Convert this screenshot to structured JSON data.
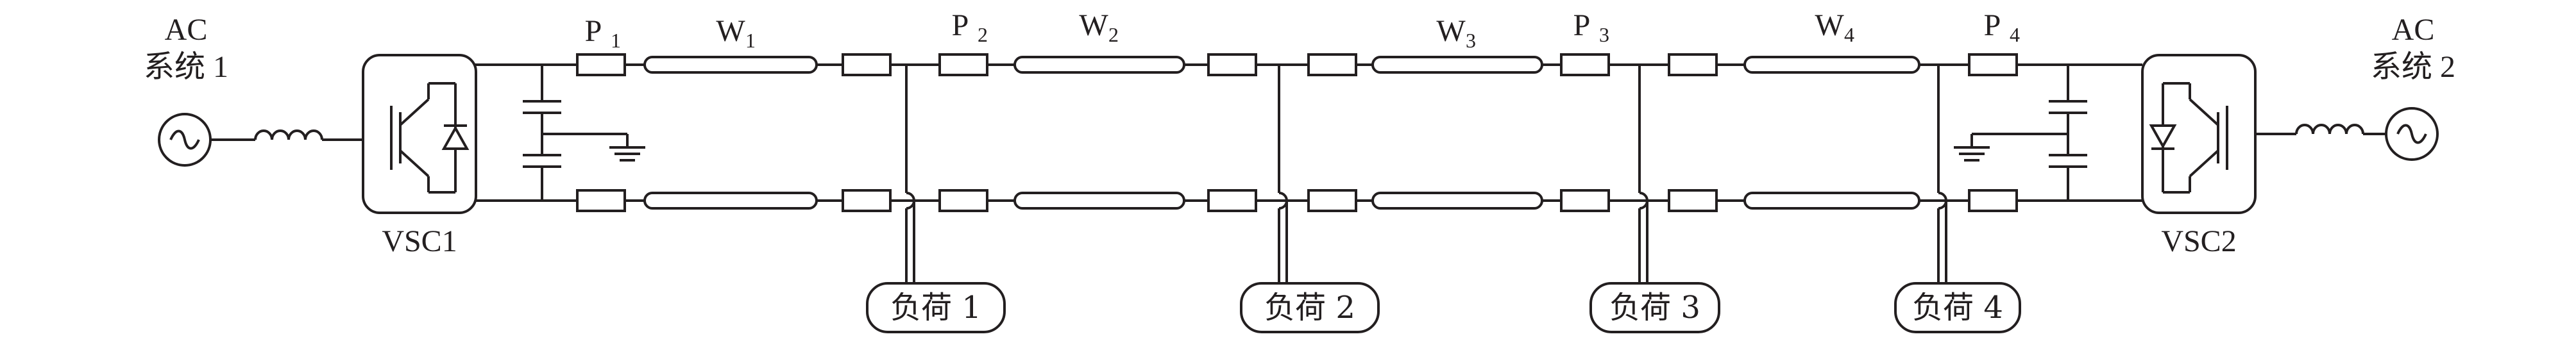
{
  "ac_left": {
    "line1": "AC",
    "line2": "系统 1"
  },
  "ac_right": {
    "line1": "AC",
    "line2": "系统 2"
  },
  "converters": {
    "left": "VSC1",
    "right": "VSC2"
  },
  "points": [
    {
      "base": "P",
      "sub": "1"
    },
    {
      "base": "P",
      "sub": "2"
    },
    {
      "base": "P",
      "sub": "3"
    },
    {
      "base": "P",
      "sub": "4"
    }
  ],
  "lines": [
    {
      "base": "W",
      "sub": "1"
    },
    {
      "base": "W",
      "sub": "2"
    },
    {
      "base": "W",
      "sub": "3"
    },
    {
      "base": "W",
      "sub": "4"
    }
  ],
  "loads": [
    "负荷 1",
    "负荷 2",
    "负荷 3",
    "负荷 4"
  ]
}
